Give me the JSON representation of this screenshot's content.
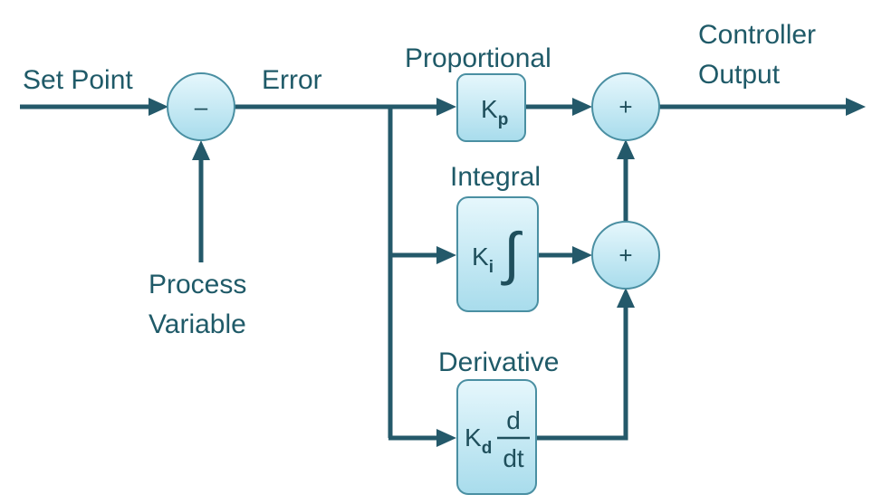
{
  "labels": {
    "set_point": "Set Point",
    "error": "Error",
    "process_variable_line1": "Process",
    "process_variable_line2": "Variable",
    "controller_output_line1": "Controller",
    "controller_output_line2": "Output",
    "proportional": "Proportional",
    "integral": "Integral",
    "derivative": "Derivative"
  },
  "nodes": {
    "error_sum": "–",
    "output_sum": "+",
    "integral_derivative_sum": "+"
  },
  "blocks": {
    "proportional": {
      "symbol": "K",
      "subscript": "p"
    },
    "integral": {
      "symbol": "K",
      "subscript": "i",
      "operator": "∫"
    },
    "derivative": {
      "symbol": "K",
      "subscript": "d",
      "numerator": "d",
      "denominator": "dt"
    }
  },
  "colors": {
    "line": "#24596a",
    "text": "#1f5a68",
    "block_fill_top": "#e6f7fc",
    "block_fill_bottom": "#a8dcec",
    "block_stroke": "#4a8fa2"
  }
}
